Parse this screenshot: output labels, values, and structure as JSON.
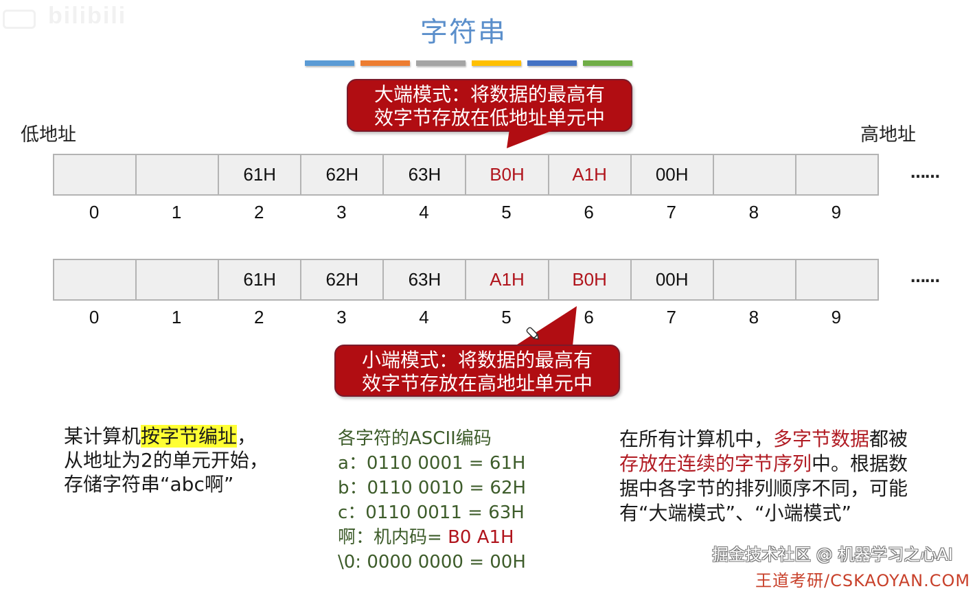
{
  "watermark": {
    "logo_text": "bilibili"
  },
  "slide": {
    "title": "字符串",
    "title_color": "#5b8fcb",
    "stripe_colors": [
      "#5b9bd5",
      "#ed7d31",
      "#a5a5a5",
      "#ffc000",
      "#4472c4",
      "#70ad47"
    ]
  },
  "labels": {
    "low_address": "低地址",
    "high_address": "高地址",
    "ellipsis": "……"
  },
  "big_endian": {
    "callout_line1": "大端模式：将数据的最高有",
    "callout_line2": "效字节存放在低地址单元中",
    "cells": [
      "",
      "",
      "61H",
      "62H",
      "63H",
      "B0H",
      "A1H",
      "00H",
      "",
      ""
    ],
    "highlighted_indices": [
      5,
      6
    ],
    "indices": [
      "0",
      "1",
      "2",
      "3",
      "4",
      "5",
      "6",
      "7",
      "8",
      "9"
    ]
  },
  "little_endian": {
    "callout_line1": "小端模式：将数据的最高有",
    "callout_line2": "效字节存放在高地址单元中",
    "cells": [
      "",
      "",
      "61H",
      "62H",
      "63H",
      "A1H",
      "B0H",
      "00H",
      "",
      ""
    ],
    "highlighted_indices": [
      5,
      6
    ],
    "indices": [
      "0",
      "1",
      "2",
      "3",
      "4",
      "5",
      "6",
      "7",
      "8",
      "9"
    ]
  },
  "left_note": {
    "line1_prefix": "某计算机",
    "line1_highlight": "按字节编址",
    "line1_suffix": "，",
    "line2": "从地址为2的单元开始，",
    "line3": "存储字符串“abc啊”"
  },
  "ascii": {
    "heading": "各字符的ASCII编码",
    "rows": [
      "a：0110 0001 = 61H",
      "b：0110 0010 = 62H",
      "c：0110 0011 = 63H"
    ],
    "ah_prefix": "啊：机内码= ",
    "ah_value": "B0 A1H",
    "null_row": "\\0: 0000 0000 = 00H"
  },
  "right_note": {
    "line1_prefix": "在所有计算机中，",
    "line1_red": "多字节数据",
    "line1_suffix": "都被",
    "line2_red": "存放在连续的字节序列",
    "line2_suffix": "中。根据数",
    "line3": "据中各字节的排列顺序不同，可能",
    "line4": "有“大端模式”、“小端模式”"
  },
  "credits": {
    "juejin": "掘金技术社区 @ 机器学习之心AI",
    "wangdao": "王道考研/CSKAOYAN.COM"
  }
}
